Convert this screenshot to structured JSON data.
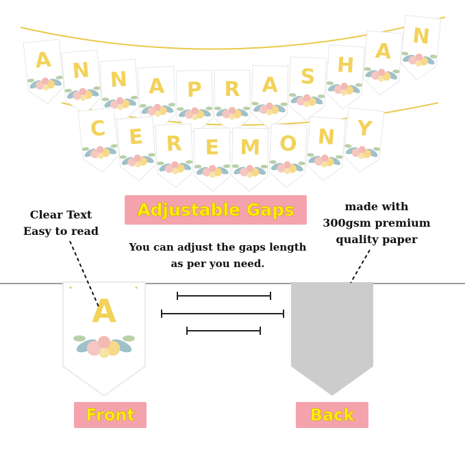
{
  "banner": {
    "row1_letters": [
      "A",
      "N",
      "N",
      "A",
      "P",
      "R",
      "A",
      "S",
      "H",
      "A",
      "N"
    ],
    "row2_letters": [
      "C",
      "E",
      "R",
      "E",
      "M",
      "O",
      "N",
      "Y"
    ]
  },
  "labels": {
    "adjustable_gaps": "Adjustable Gaps",
    "front": "Front",
    "back": "Back"
  },
  "notes": {
    "clear_text_line1": "Clear Text",
    "clear_text_line2": "Easy to read",
    "gaps_line1": "You can adjust the gaps length",
    "gaps_line2": "as per you need.",
    "paper_line1": "made with",
    "paper_line2": "300gsm premium",
    "paper_line3": "quality paper"
  },
  "front_flag_letter": "A",
  "colors": {
    "letter_yellow": "#f2d25a",
    "label_pink": "#f4a3ac",
    "label_text_yellow": "#fff200",
    "string_gold": "#e8c84a",
    "back_gray": "#cccccc"
  }
}
